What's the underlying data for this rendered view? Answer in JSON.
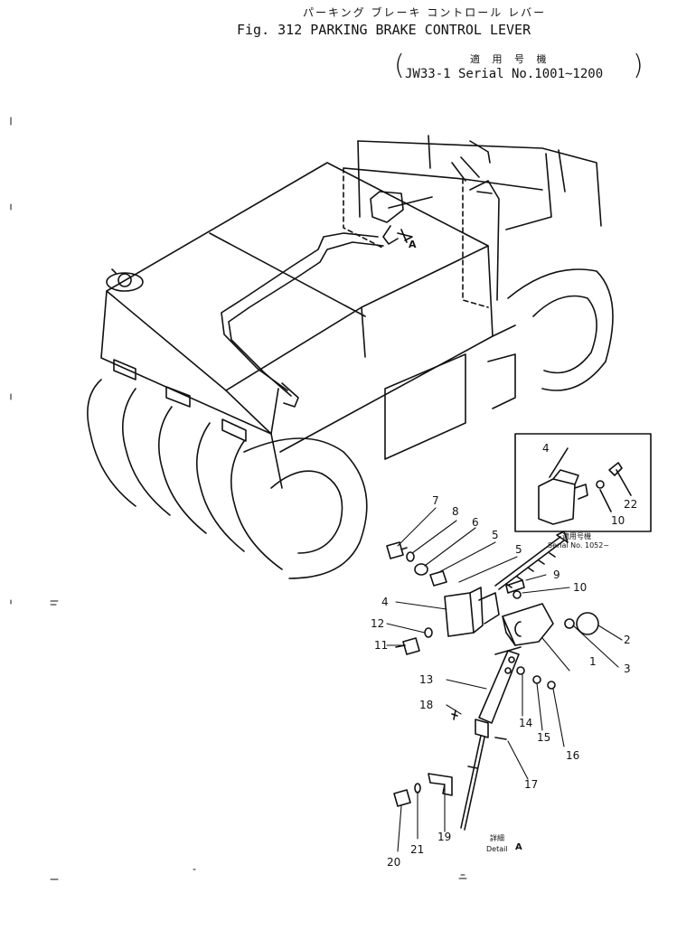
{
  "title": {
    "japanese": "パーキング ブレーキ コントロール レバー",
    "english": "Fig. 312 PARKING BRAKE CONTROL LEVER"
  },
  "applicability": {
    "label_jp": "適 用 号 機",
    "serial": "JW33-1 Serial No.1001~1200"
  },
  "detail_box": {
    "label_jp": "適用号機",
    "serial": "Serial No. 1052~",
    "part_numbers": [
      "4",
      "22",
      "10"
    ]
  },
  "detail_marker": {
    "label_jp": "詳細",
    "label": "Detail",
    "letter": "A"
  },
  "view_marker_letter": "A",
  "part_numbers": [
    "1",
    "2",
    "3",
    "4",
    "5",
    "5",
    "6",
    "7",
    "8",
    "9",
    "10",
    "11",
    "12",
    "13",
    "14",
    "15",
    "16",
    "17",
    "18",
    "19",
    "20",
    "21"
  ]
}
